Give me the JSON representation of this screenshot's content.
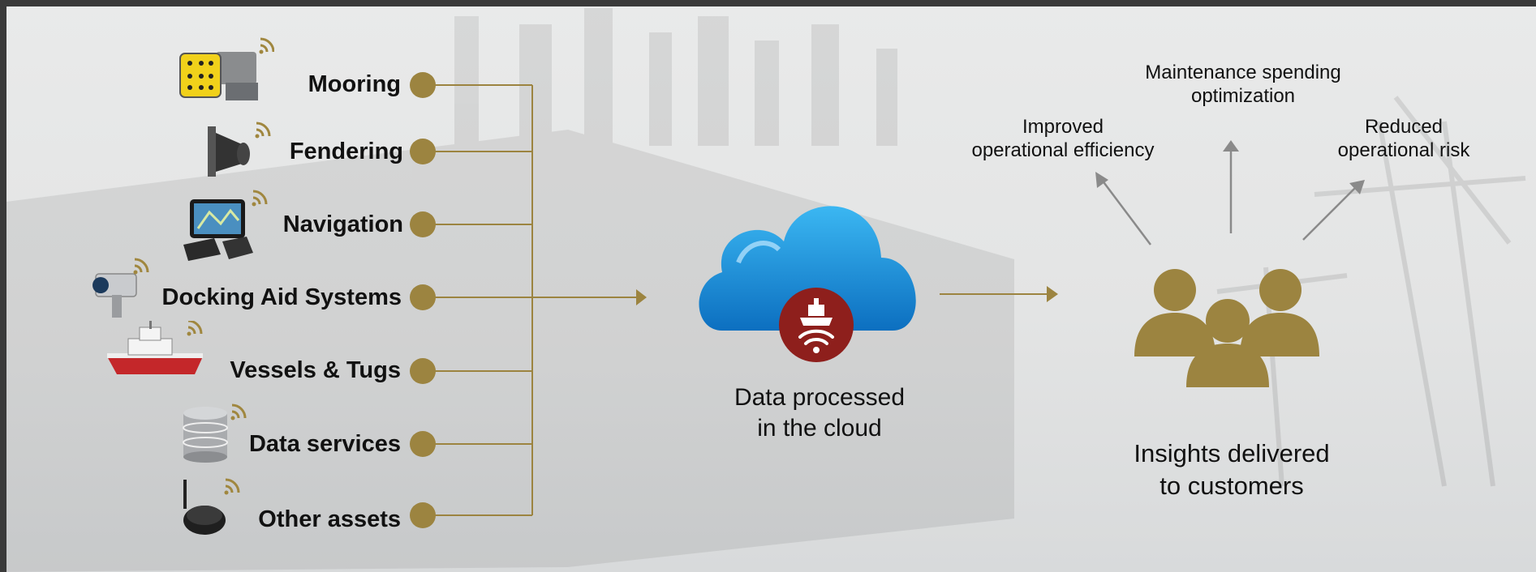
{
  "sources": [
    {
      "label": "Mooring",
      "icon": "mooring-hook-icon"
    },
    {
      "label": "Fendering",
      "icon": "fender-icon"
    },
    {
      "label": "Navigation",
      "icon": "navigation-tablet-icon"
    },
    {
      "label": "Docking Aid Systems",
      "icon": "laser-sensor-icon"
    },
    {
      "label": "Vessels & Tugs",
      "icon": "tugboat-icon"
    },
    {
      "label": "Data services",
      "icon": "database-icon"
    },
    {
      "label": "Other assets",
      "icon": "gateway-device-icon"
    }
  ],
  "cloud": {
    "line1": "Data processed",
    "line2": "in the cloud",
    "icon": "cloud-icon",
    "badge_icon": "ship-wifi-icon"
  },
  "customers": {
    "line1": "Insights delivered",
    "line2": "to customers",
    "icon": "people-group-icon"
  },
  "outcomes": {
    "left": {
      "line1": "Improved",
      "line2": "operational efficiency"
    },
    "center": {
      "line1": "Maintenance spending",
      "line2": "optimization"
    },
    "right": {
      "line1": "Reduced",
      "line2": "operational risk"
    }
  },
  "colors": {
    "accent": "#9c8440",
    "cloud": "#1e8fd8",
    "badge": "#8e1f1c",
    "arrow_gray": "#8a8a8a"
  }
}
